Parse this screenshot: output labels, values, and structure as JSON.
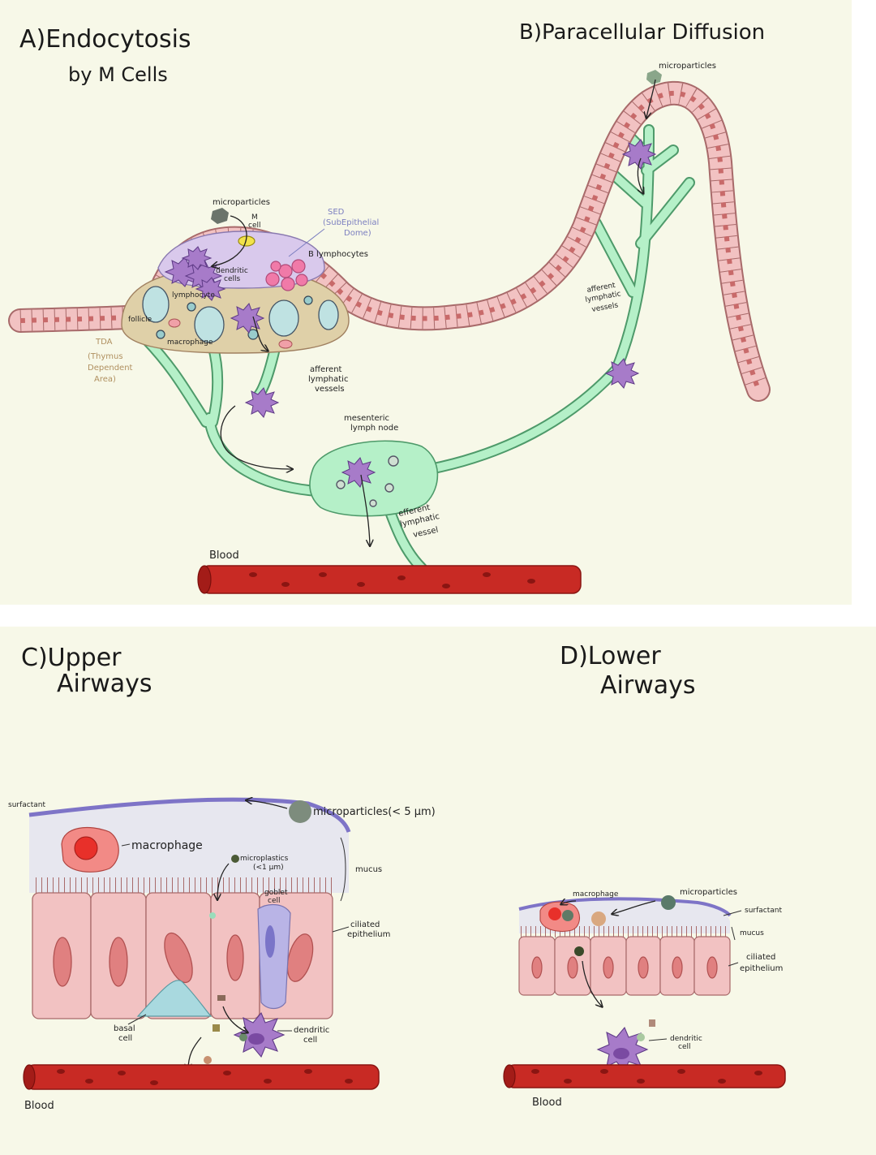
{
  "panels": {
    "a": {
      "title": [
        "A)Endocytosis",
        "by M Cells"
      ],
      "labels": {
        "microparticles": "microparticles",
        "m_cell": [
          "M",
          "cell"
        ],
        "sed": [
          "SED",
          "(SubEpithelial",
          "Dome)"
        ],
        "b_lymphocytes": "B lymphocytes",
        "dendritic": [
          "dendritic",
          "cells"
        ],
        "lymphocyte": "lymphocyte",
        "follicle": "follicle",
        "macrophage": "macrophage",
        "tda": [
          "TDA",
          "(Thymus",
          "Dependent",
          "Area)"
        ],
        "afferent": [
          "afferent",
          "lymphatic",
          "vessels"
        ],
        "mesenteric": [
          "mesenteric",
          "lymph node"
        ],
        "efferent": [
          "efferent",
          "lymphatic",
          "vessel"
        ],
        "blood": "Blood"
      }
    },
    "b": {
      "title": "B)Paracellular Diffusion",
      "labels": {
        "microparticles": "microparticles",
        "afferent": [
          "afferent",
          "lymphatic",
          "vessels"
        ]
      }
    },
    "c": {
      "title": [
        "C)Upper",
        "Airways"
      ],
      "labels": {
        "surfactant": "surfactant",
        "microparticles": "microparticles(< 5 μm)",
        "macrophage": "macrophage",
        "microplastics": [
          "microplastics",
          "(<1 μm)"
        ],
        "mucus": "mucus",
        "goblet": [
          "goblet",
          "cell"
        ],
        "ciliated": [
          "ciliated",
          "epithelium"
        ],
        "basal": [
          "basal",
          "cell"
        ],
        "dendritic": [
          "dendritic",
          "cell"
        ],
        "blood": "Blood"
      }
    },
    "d": {
      "title": [
        "D)Lower",
        "Airways"
      ],
      "labels": {
        "macrophage": "macrophage",
        "microparticles": "microparticles",
        "surfactant": "surfactant",
        "mucus": "mucus",
        "ciliated": [
          "ciliated",
          "epithelium"
        ],
        "dendritic": [
          "dendritic",
          "cell"
        ],
        "blood": "Blood"
      }
    }
  },
  "colors": {
    "background": "#f7f8e8",
    "epithelium": "#f2c2c2",
    "epithelium_stroke": "#a86a6a",
    "lymph": "#b5f0c8",
    "lymph_stroke": "#4e9a6a",
    "dome": "#d9c9ec",
    "tda": "#dfd0a8",
    "blood": "#c82a24",
    "dendritic": "#a77bc9",
    "mucus": "#e7e7ef",
    "surfactant": "#7e74c7",
    "m_cell": "#f2e34a",
    "goblet": "#b9b4e6",
    "basal": "#a9d9df"
  }
}
